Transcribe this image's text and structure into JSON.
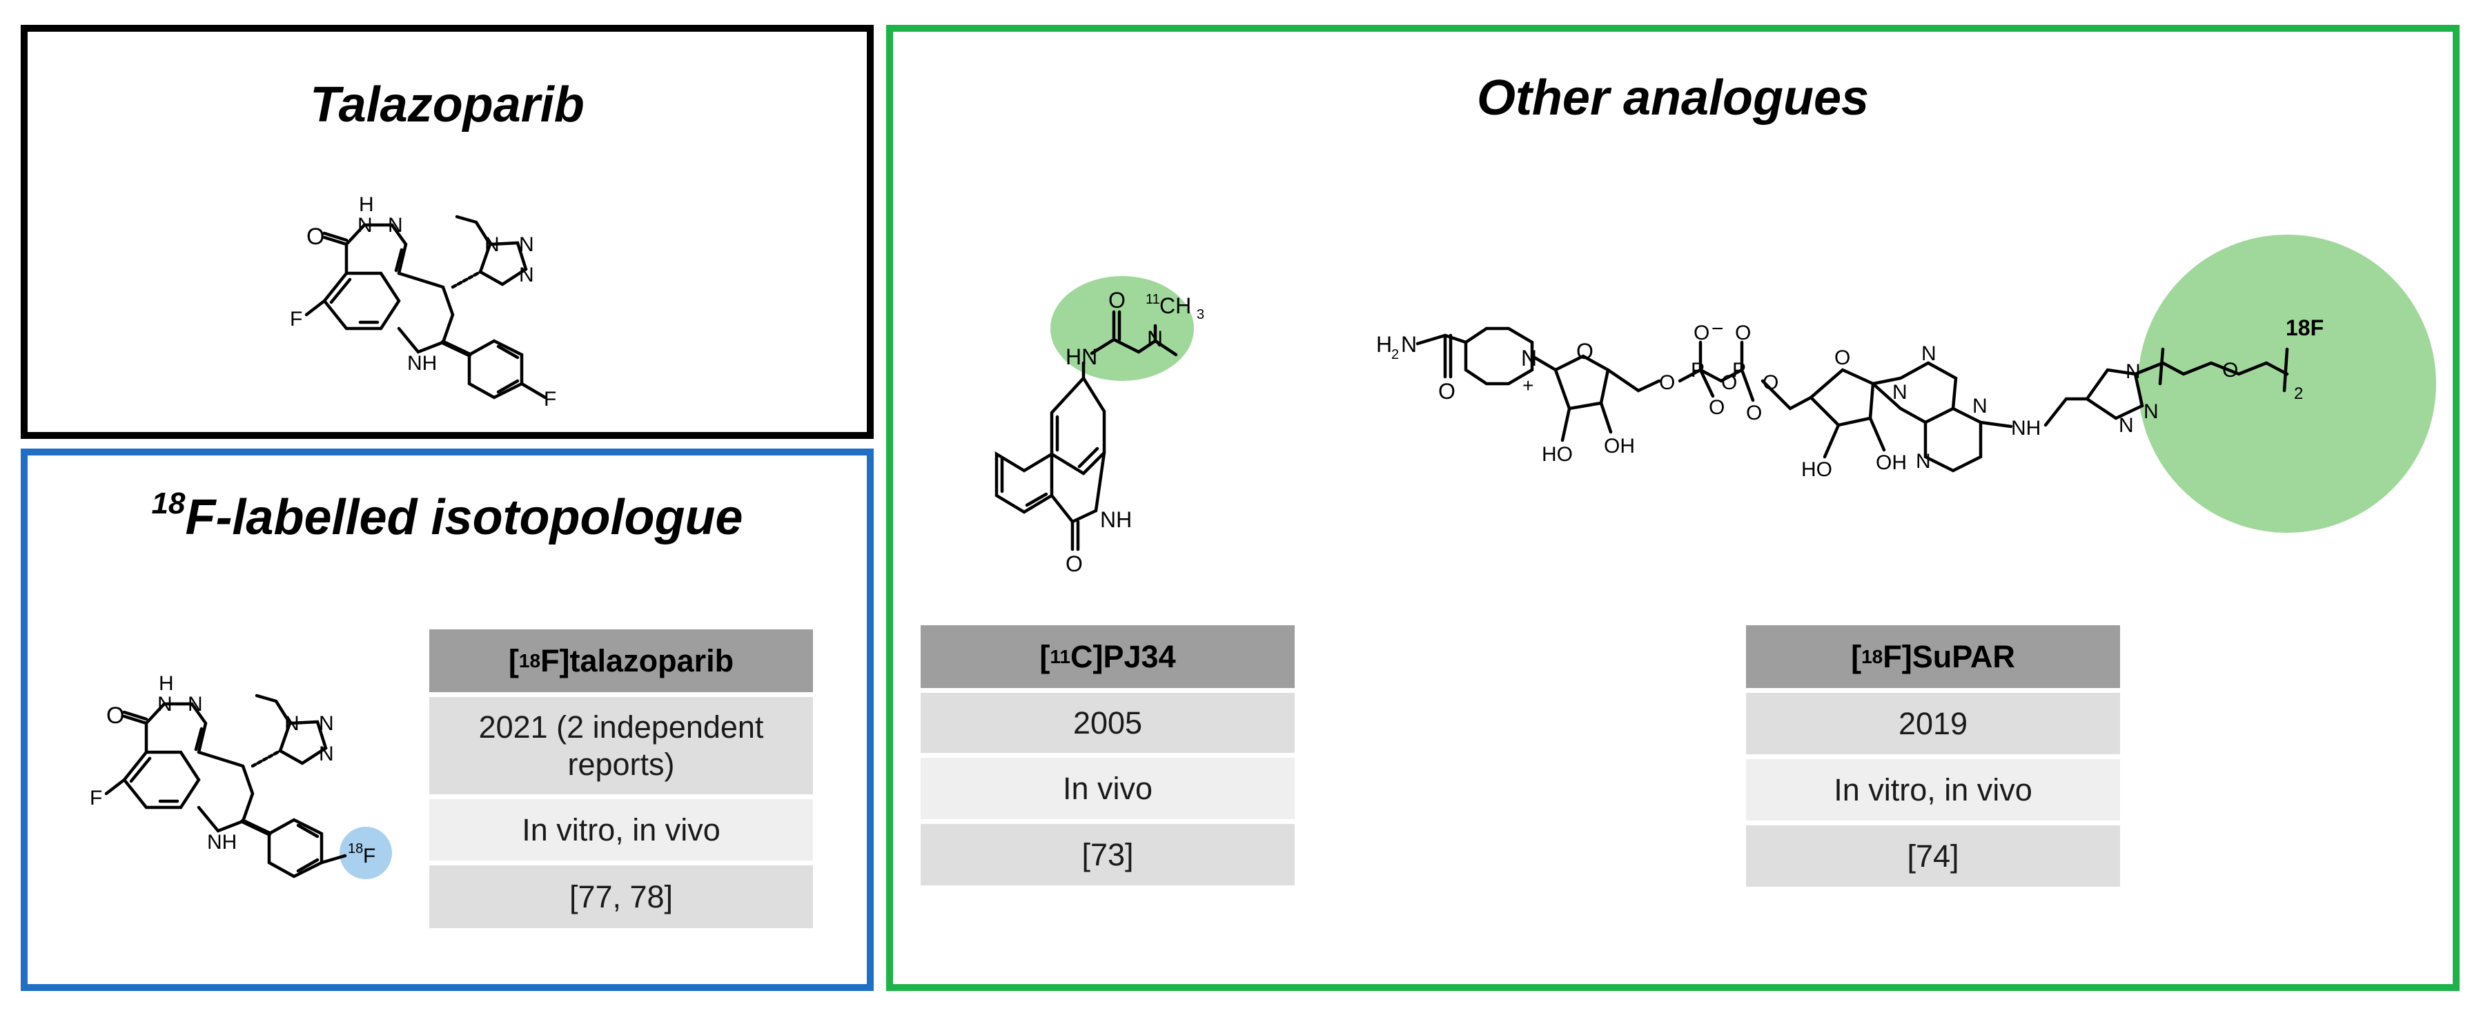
{
  "panels": {
    "talazoparib": {
      "title": "Talazoparib",
      "border_color": "#000000",
      "structure_labels": {
        "O": "O",
        "H": "H",
        "N": "N",
        "F": "F",
        "NH": "NH"
      }
    },
    "isotopologue": {
      "title_sup": "18",
      "title_main": "F-labelled isotopologue",
      "border_color": "#1f6fc4",
      "label_highlight_color": "#a9d0ef",
      "structure_labels": {
        "O": "O",
        "H": "H",
        "N": "N",
        "F": "F",
        "NH": "NH",
        "isotope": "18",
        "isotope_atom": "F"
      },
      "table": {
        "header_pre": "[",
        "header_sup": "18",
        "header_post": "F]talazoparib",
        "year": "2021 (2 independent reports)",
        "study": "In vitro, in vivo",
        "refs": "[77, 78]"
      }
    },
    "analogues": {
      "title": "Other analogues",
      "border_color": "#1db348",
      "highlight_color": "#8fd18a",
      "pj34": {
        "structure_labels": {
          "O": "O",
          "HN": "HN",
          "NH": "NH",
          "N": "N",
          "isotope": "11",
          "CH3": "CH",
          "sub3": "3"
        },
        "table": {
          "header_pre": "[",
          "header_sup": "11",
          "header_post": "C]PJ34",
          "year": "2005",
          "study": "In vivo",
          "refs": "[73]"
        }
      },
      "supar": {
        "structure_labels": {
          "H2N": "H",
          "H2N_sub": "2",
          "H2N_N": "N",
          "O": "O",
          "N": "N",
          "plus": "+",
          "minus": "−",
          "P": "P",
          "HO": "HO",
          "OH": "OH",
          "NH": "NH",
          "isotope_18F": "18F",
          "sub2": "2"
        },
        "table": {
          "header_pre": "[",
          "header_sup": "18",
          "header_post": "F]SuPAR",
          "year": "2019",
          "study": "In vitro, in vivo",
          "refs": "[74]"
        }
      }
    }
  }
}
